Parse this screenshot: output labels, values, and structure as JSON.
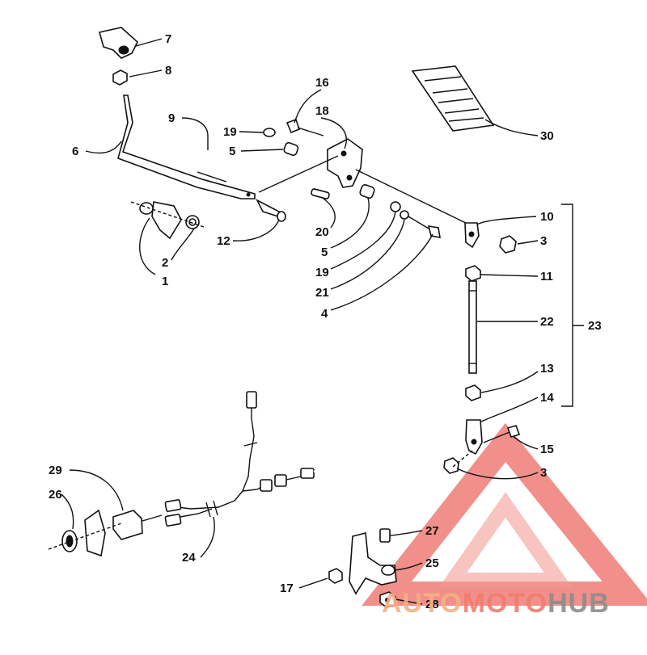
{
  "labels": [
    {
      "id": "7",
      "text": "7"
    },
    {
      "id": "8",
      "text": "8"
    },
    {
      "id": "9",
      "text": "9"
    },
    {
      "id": "6",
      "text": "6"
    },
    {
      "id": "16",
      "text": "16"
    },
    {
      "id": "18",
      "text": "18"
    },
    {
      "id": "19a",
      "text": "19"
    },
    {
      "id": "5a",
      "text": "5"
    },
    {
      "id": "30",
      "text": "30"
    },
    {
      "id": "12",
      "text": "12"
    },
    {
      "id": "2",
      "text": "2"
    },
    {
      "id": "1",
      "text": "1"
    },
    {
      "id": "20",
      "text": "20"
    },
    {
      "id": "5b",
      "text": "5"
    },
    {
      "id": "19b",
      "text": "19"
    },
    {
      "id": "21",
      "text": "21"
    },
    {
      "id": "4",
      "text": "4"
    },
    {
      "id": "10",
      "text": "10"
    },
    {
      "id": "3a",
      "text": "3"
    },
    {
      "id": "11",
      "text": "11"
    },
    {
      "id": "22",
      "text": "22"
    },
    {
      "id": "23",
      "text": "23"
    },
    {
      "id": "13",
      "text": "13"
    },
    {
      "id": "14",
      "text": "14"
    },
    {
      "id": "15",
      "text": "15"
    },
    {
      "id": "3b",
      "text": "3"
    },
    {
      "id": "29",
      "text": "29"
    },
    {
      "id": "26",
      "text": "26"
    },
    {
      "id": "24",
      "text": "24"
    },
    {
      "id": "27",
      "text": "27"
    },
    {
      "id": "25",
      "text": "25"
    },
    {
      "id": "17",
      "text": "17"
    },
    {
      "id": "28",
      "text": "28"
    }
  ],
  "watermark": {
    "part1": "AUTO",
    "part2": "MOTO",
    "part3": "HUB",
    "color_red": "#e8453c",
    "color_orange": "#f5b183",
    "color_gray": "#8c8c8c"
  }
}
